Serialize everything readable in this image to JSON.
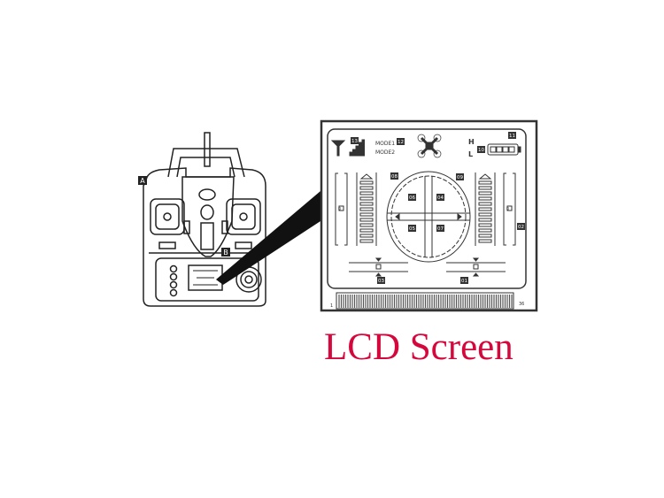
{
  "caption": "LCD Screen",
  "colors": {
    "caption": "#d4083c",
    "line": "#222222"
  },
  "controller": {
    "callouts": [
      "A",
      "B"
    ]
  },
  "lcd": {
    "mode1": "MODE1",
    "mode2": "MODE2",
    "high": "H",
    "low": "L",
    "pin_first": "1",
    "pin_last": "36",
    "badges": {
      "signal": "13",
      "mode": "12",
      "battery_top": "11",
      "battery": "10",
      "arc_left": "08",
      "arc_right": "09",
      "q_tl": "06",
      "q_tr": "04",
      "q_bl": "05",
      "q_br": "07",
      "right_trim": "02",
      "bottom_left": "03",
      "bottom_right": "01"
    },
    "trim_marker": "D"
  }
}
